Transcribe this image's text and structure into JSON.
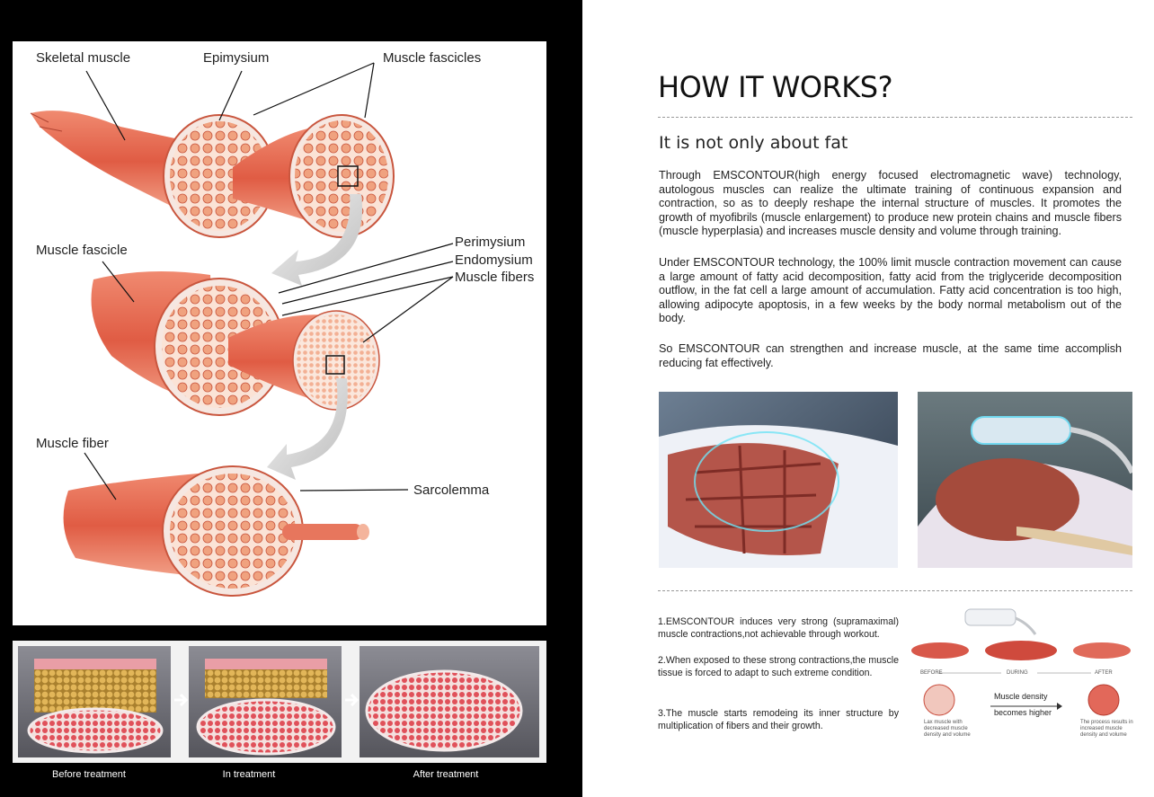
{
  "diagram": {
    "labels": {
      "skeletal_muscle": "Skeletal muscle",
      "epimysium": "Epimysium",
      "muscle_fascicles": "Muscle fascicles",
      "muscle_fascicle": "Muscle fascicle",
      "perimysium": "Perimysium",
      "endomysium": "Endomysium",
      "muscle_fibers": "Muscle fibers",
      "muscle_fiber": "Muscle fiber",
      "sarcolemma": "Sarcolemma"
    },
    "colors": {
      "muscle": "#e4735e",
      "fiber": "#f0a27f",
      "membrane": "#f6e7e1",
      "fat": "#d1a448",
      "skin": "#e8a4a0"
    }
  },
  "treatment": {
    "before": "Before treatment",
    "during": "In treatment",
    "after": "After treatment"
  },
  "article": {
    "title": "HOW IT WORKS?",
    "subtitle": "It is not only about fat",
    "p1": "Through EMSCONTOUR(high energy focused electromagnetic wave) technology, autologous muscles can realize the ultimate training of continuous expansion and contraction, so as to deeply reshape the internal structure of muscles. It promotes the growth of myofibrils (muscle enlargement) to produce new protein chains and muscle fibers (muscle hyperplasia) and increases muscle density and volume through training.",
    "p2": "Under EMSCONTOUR technology, the 100% limit muscle contraction movement can cause a large amount of fatty acid decomposition, fatty acid from the triglyceride decomposition outflow, in the fat cell a large amount of accumulation. Fatty acid concentration is too high, allowing adipocyte apoptosis, in a few weeks by the body normal metabolism out of the body.",
    "p3": "So EMSCONTOUR can strengthen and increase muscle, at the same time accomplish reducing fat effectively.",
    "steps": [
      "1.EMSCONTOUR induces very strong (supramaximal) muscle contractions,not achievable through workout.",
      "2.When exposed to these strong contractions,the muscle tissue is forced to adapt to such extreme condition.",
      "3.The muscle starts remodeing its inner structure by multiplication of fibers and their growth."
    ]
  },
  "infographic": {
    "before": "BEFORE",
    "during": "DURING",
    "after": "AFTER",
    "density_line1": "Muscle density",
    "density_line2": "becomes higher",
    "note_left": "Lax muscle with decreased muscle density and volume",
    "note_right": "The process results in increased muscle density and volume"
  }
}
